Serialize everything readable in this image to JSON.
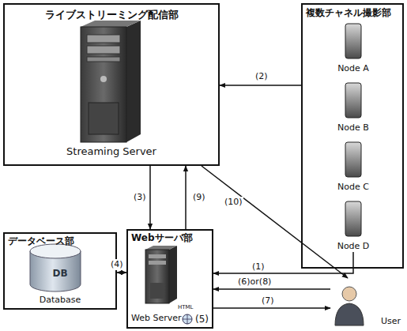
{
  "diagram": {
    "nodes": [
      {
        "text": [
          "ライブストリーミング配信部",
          "Streaming Server"
        ]
      },
      {
        "text": [
          "複数チャネル撮影部"
        ]
      },
      {
        "text": [
          "Node A"
        ],
        "in": 1
      },
      {
        "text": [
          "Node B"
        ],
        "in": 1
      },
      {
        "text": [
          "Node C"
        ],
        "in": 1
      },
      {
        "text": [
          "Node D"
        ],
        "in": 1
      },
      {
        "text": [
          "データベース部",
          "DB",
          "Database"
        ]
      },
      {
        "text": [
          "Webサーバ部",
          "Web Server"
        ]
      },
      {
        "text": [
          "User"
        ]
      }
    ],
    "edges": [
      {
        "from": 5,
        "to": 7,
        "label": "(1)",
        "arrow": "to"
      },
      {
        "from": 1,
        "to": 0,
        "label": "(2)",
        "arrow": "to"
      },
      {
        "from": 0,
        "to": 7,
        "label": "(3)",
        "arrow": "to"
      },
      {
        "from": 7,
        "to": 0,
        "label": "(9)",
        "arrow": "to"
      },
      {
        "from": 6,
        "to": 7,
        "label": "(4)",
        "arrow": "both"
      },
      {
        "from": 8,
        "to": 7,
        "label": "(6)or(8)",
        "arrow": "to"
      },
      {
        "from": 7,
        "to": 8,
        "label": "(7)",
        "arrow": "to"
      },
      {
        "from": 0,
        "to": 8,
        "label": "(10)",
        "arrow": "to"
      }
    ],
    "labels": [
      "(5)",
      "HTML"
    ]
  }
}
